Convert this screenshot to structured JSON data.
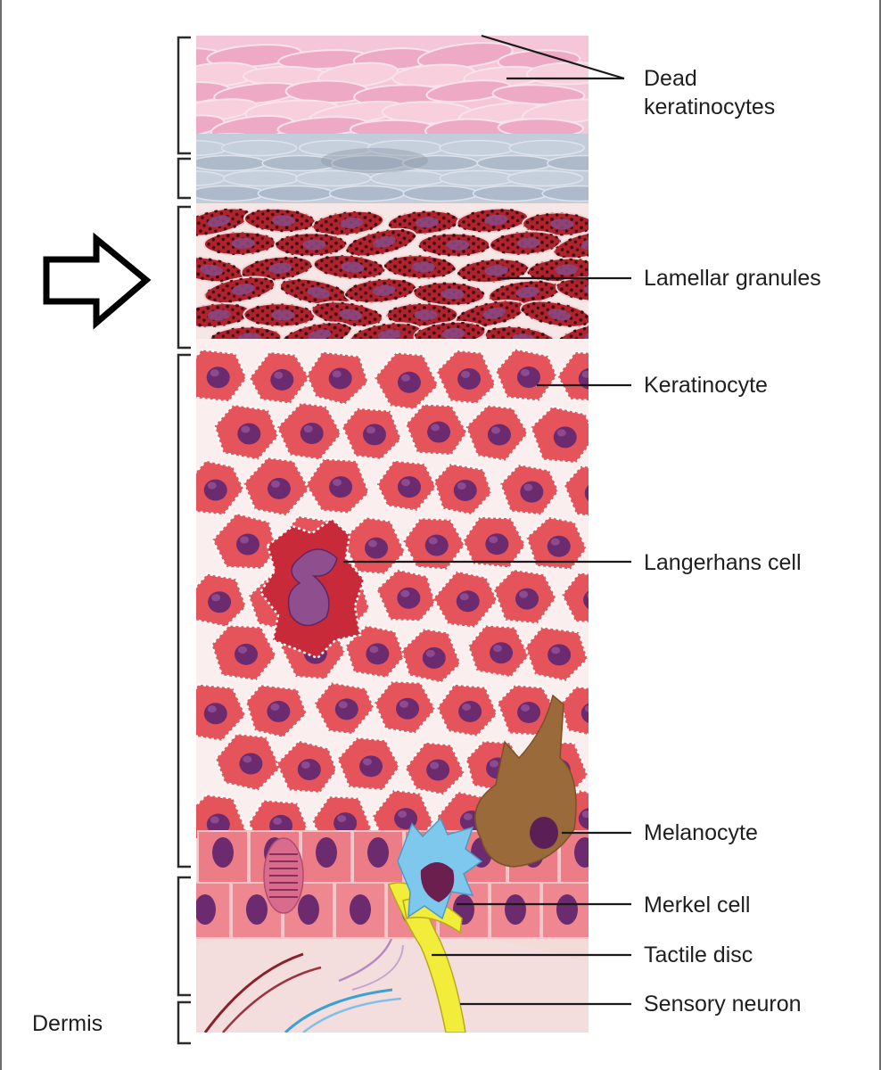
{
  "figure": {
    "labels": {
      "dead_keratinocytes": [
        "Dead",
        "keratinocytes"
      ],
      "lamellar_granules": "Lamellar granules",
      "keratinocyte": "Keratinocyte",
      "langerhans_cell": "Langerhans cell",
      "melanocyte": "Melanocyte",
      "merkel_cell": "Merkel cell",
      "tactile_disc": "Tactile disc",
      "sensory_neuron": "Sensory neuron",
      "dermis": "Dermis"
    },
    "colors": {
      "dead_layer": "#f1b8cf",
      "lucidum_layer": "#b9c4d4",
      "granulosum_cell": "#b0222c",
      "granule_dot": "#3a0e14",
      "spinosum_cell": "#e5545a",
      "nucleus": "#6c2b6e",
      "langerhans": "#c82a3a",
      "melanocyte": "#9a6a3a",
      "merkel": "#7ec8ee",
      "tactile_disc": "#f2ec3a",
      "basal_cell": "#ec7d86",
      "dermis": "#f3d8d6",
      "pointer_arrow": "#000000"
    },
    "pointer": "arrow-right"
  }
}
